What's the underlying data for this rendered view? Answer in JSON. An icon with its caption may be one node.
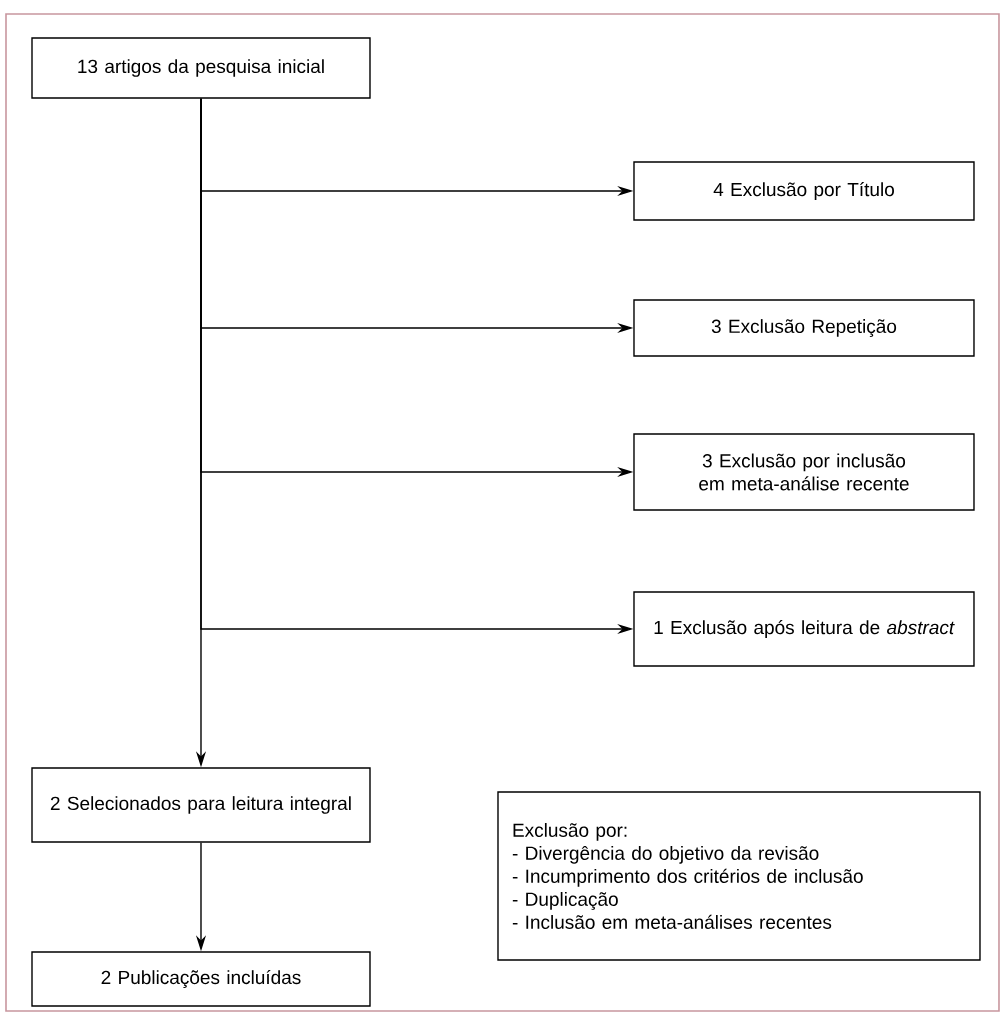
{
  "diagram": {
    "nodes": [
      {
        "text": [
          "13 artigos da pesquisa inicial"
        ]
      },
      {
        "text": [
          "4 Exclusão por Título"
        ]
      },
      {
        "text": [
          "3 Exclusão Repetição"
        ]
      },
      {
        "text": [
          "3 Exclusão por inclusão em meta-análise recente"
        ]
      },
      {
        "text": [
          "1 Exclusão após leitura de *abstract*"
        ]
      },
      {
        "text": [
          "2 Selecionados para leitura integral"
        ]
      },
      {
        "text": [
          "2 Publicações incluídas"
        ]
      },
      {
        "text": [
          "Exclusão por:",
          "- Divergência do objetivo da revisão",
          "- Incumprimento dos critérios de inclusão",
          "- Duplicação",
          "- Inclusão em meta-análises recentes"
        ]
      }
    ],
    "edges": [
      {
        "from": 0,
        "to": 1,
        "arrow": "to"
      },
      {
        "from": 0,
        "to": 2,
        "arrow": "to"
      },
      {
        "from": 0,
        "to": 3,
        "arrow": "to"
      },
      {
        "from": 0,
        "to": 4,
        "arrow": "to"
      },
      {
        "from": 0,
        "to": 5,
        "arrow": "to"
      },
      {
        "from": 5,
        "to": 6,
        "arrow": "to"
      }
    ]
  }
}
